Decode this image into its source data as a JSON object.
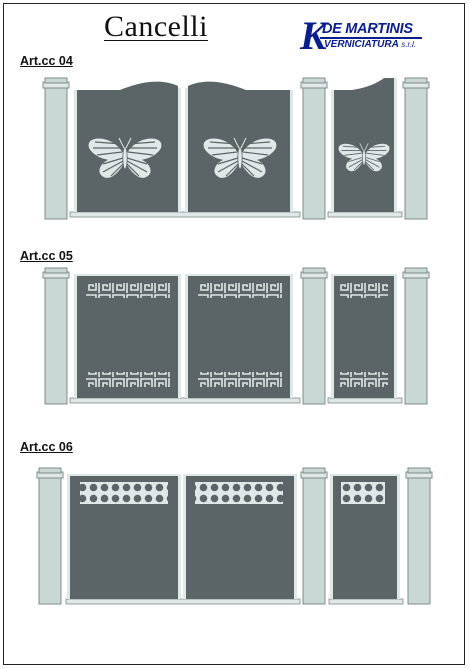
{
  "page": {
    "title": "Cancelli"
  },
  "logo": {
    "mark": "K",
    "line1": "DE MARTINIS",
    "line2": "VERNICIATURA",
    "line2_suffix": "s.r.l."
  },
  "sections": [
    {
      "code": "Art.cc 04",
      "motif": "butterfly"
    },
    {
      "code": "Art.cc 05",
      "motif": "greek-key"
    },
    {
      "code": "Art.cc 06",
      "motif": "dot-grid"
    }
  ],
  "colors": {
    "panel": "#5b6568",
    "pillar": "#c9d8d4",
    "pillar_edge": "#7f8c8a",
    "frame": "#dfe8e6",
    "logo": "#0a1f8f"
  }
}
